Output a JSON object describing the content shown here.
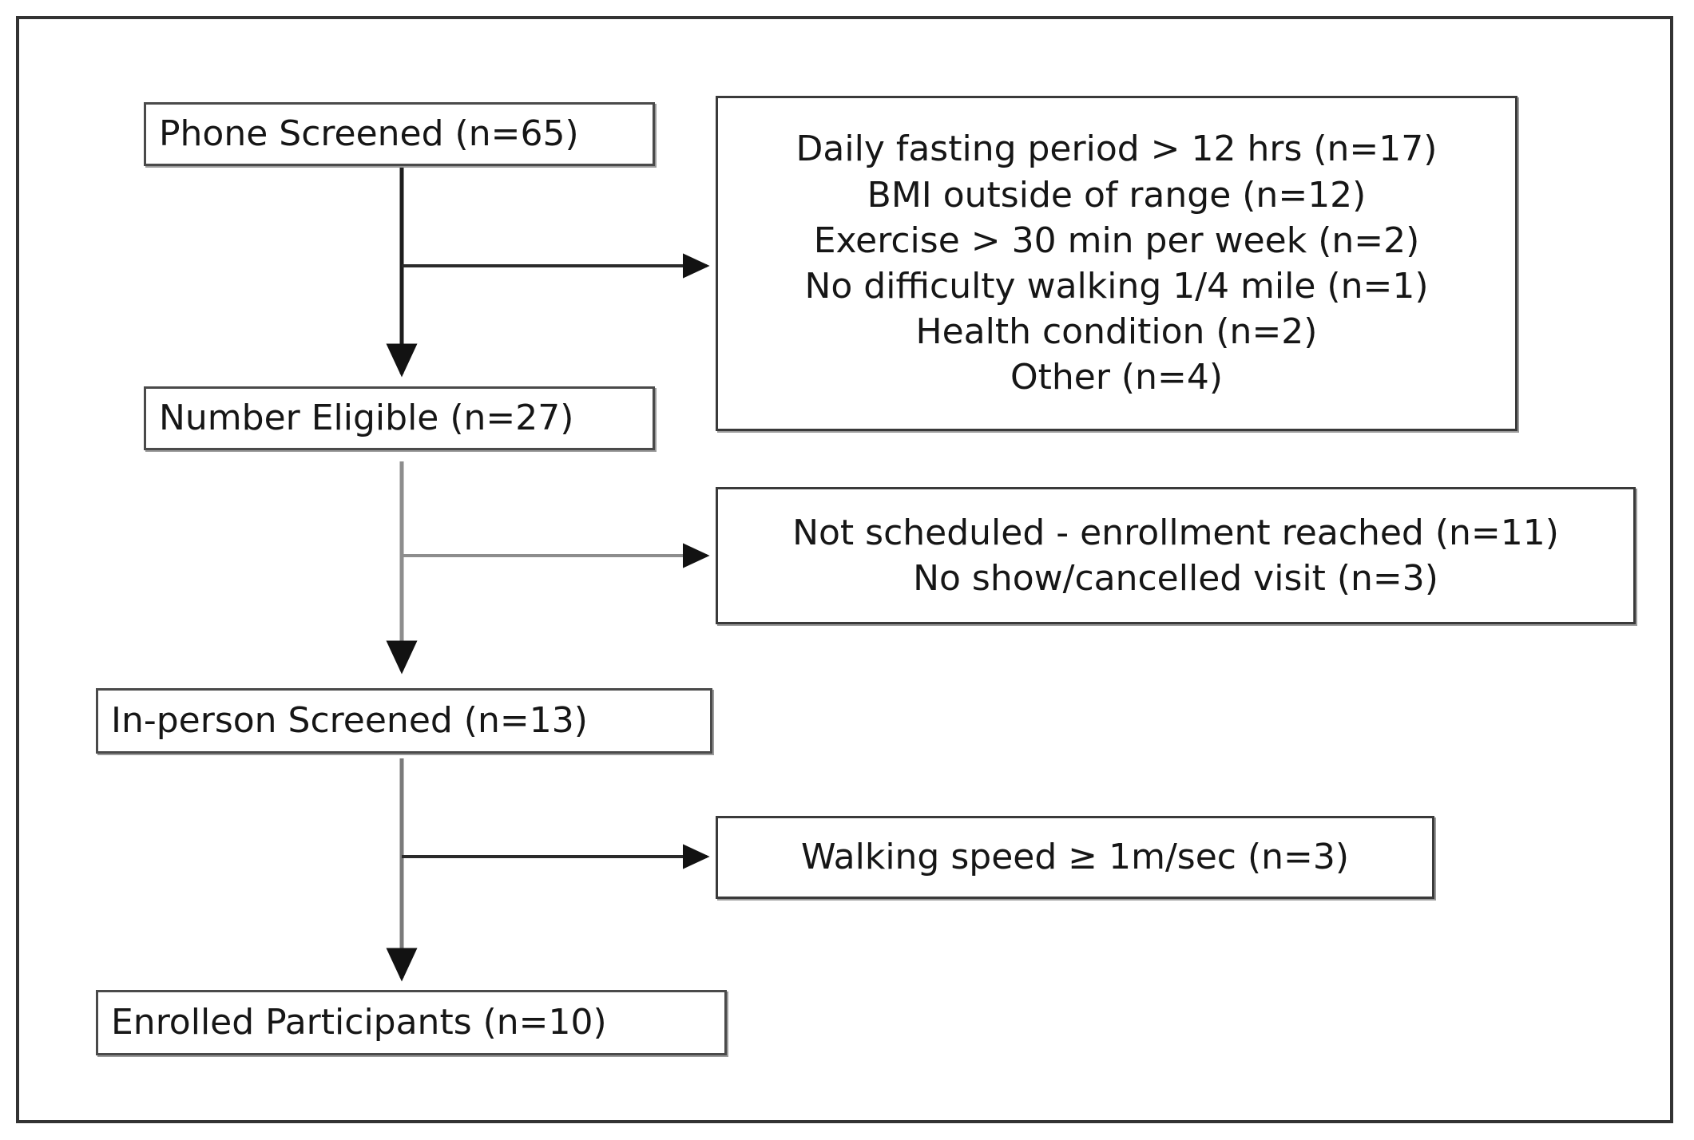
{
  "figure": {
    "type": "participant-flow-diagram",
    "frame_color": "#333333",
    "box_border_color": "#4a4a4a",
    "text_color": "#161616",
    "connector_colors": [
      "#1a1a1a",
      "#8a8a8a"
    ]
  },
  "stages": [
    {
      "id": "phone-screened",
      "label": "Phone Screened (n=65)",
      "n": 65
    },
    {
      "id": "number-eligible",
      "label": "Number Eligible (n=27)",
      "n": 27
    },
    {
      "id": "in-person-screened",
      "label": "In-person Screened (n=13)",
      "n": 13
    },
    {
      "id": "enrolled-participants",
      "label": "Enrolled Participants (n=10)",
      "n": 10
    }
  ],
  "exclusions": [
    {
      "id": "exclusions-after-phone-screen",
      "lines": [
        "Daily fasting period > 12 hrs (n=17)",
        "BMI outside of range (n=12)",
        "Exercise > 30 min per week (n=2)",
        "No difficulty walking 1/4 mile (n=1)",
        "Health condition (n=2)",
        "Other (n=4)"
      ]
    },
    {
      "id": "exclusions-after-eligible",
      "lines": [
        "Not scheduled - enrollment reached (n=11)",
        "No show/cancelled visit (n=3)"
      ]
    },
    {
      "id": "exclusions-after-in-person-screen",
      "lines": [
        "Walking speed ≥ 1m/sec (n=3)"
      ]
    }
  ]
}
